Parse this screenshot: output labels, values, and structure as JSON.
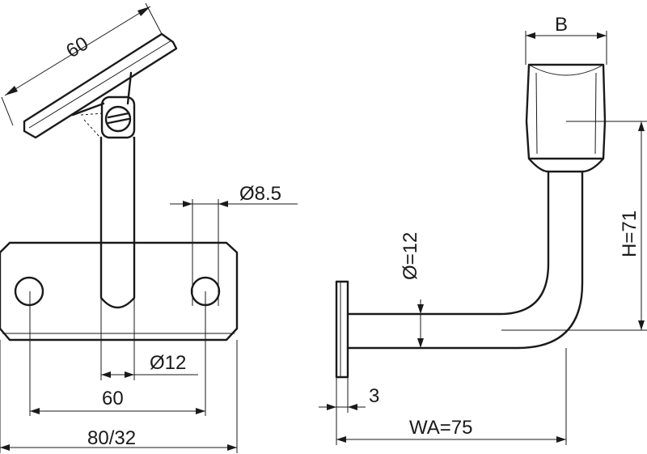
{
  "dimensions": {
    "pad_angle_length": "60",
    "hole_diameter": "Ø8.5",
    "tube_diameter_front": "Ø12",
    "hole_spacing": "60",
    "plate_width": "80/32",
    "saddle_width": "B",
    "tube_diameter_side": "Ø=12",
    "height": "H=71",
    "plate_thickness": "3",
    "wall_distance": "WA=75"
  }
}
